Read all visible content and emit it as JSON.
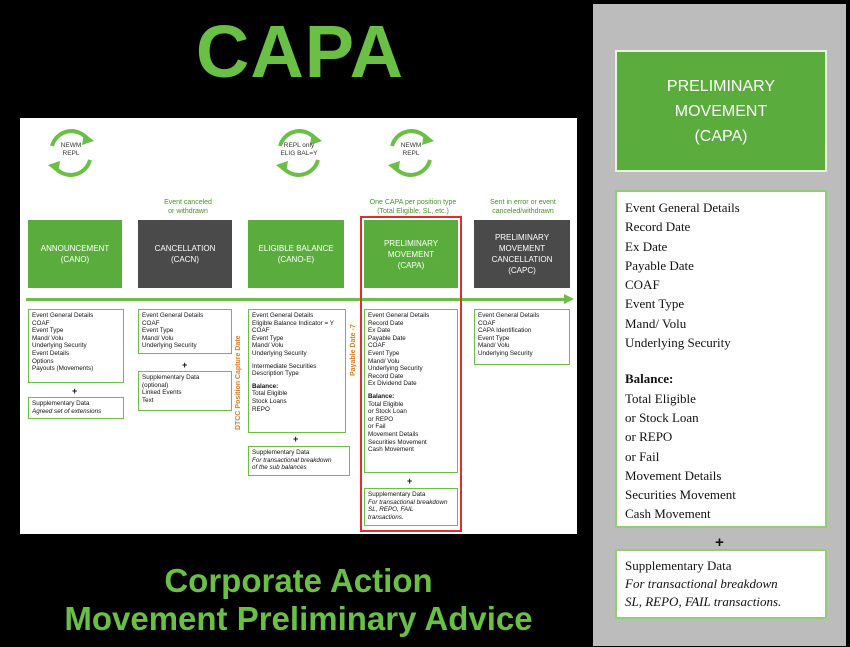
{
  "title": "CAPA",
  "footer": {
    "line1": "Corporate Action",
    "line2": "Movement Preliminary Advice"
  },
  "colors": {
    "accent_green": "#6abf45",
    "stage_green": "#5aad3c",
    "stage_dark": "#4a4a4a",
    "highlight_red": "#e22d2d",
    "label_orange": "#e07a1e"
  },
  "diagram": {
    "cycles": [
      {
        "label": "NEWM\nREPL"
      },
      {
        "label": "REPL only\nELIG BAL=Y"
      },
      {
        "label": "NEWM\nREPL"
      }
    ],
    "notes": [
      "Event canceled\nor withdrawn",
      "One CAPA per position type\n(Total Eligible, SL, etc.)",
      "Sent in error or event\ncanceled/withdrawn"
    ],
    "stages": [
      {
        "label": "ANNOUNCEMENT\n(CANO)"
      },
      {
        "label": "CANCELLATION\n(CACN)"
      },
      {
        "label": "ELIGIBLE BALANCE\n(CANO-E)"
      },
      {
        "label": "PRELIMINARY\nMOVEMENT\n(CAPA)"
      },
      {
        "label": "PRELIMINARY\nMOVEMENT\nCANCELLATION\n(CAPC)"
      }
    ],
    "vertical_labels": {
      "dtcc": "DTCC Position Capture Date",
      "payable": "Payable Date -7"
    },
    "plus": "+",
    "announcement": {
      "details": [
        "Event General Details",
        "COAF",
        "Event Type",
        "Mand/ Volu",
        "Underlying Security",
        "Event Details",
        "Options",
        "Payouts (Movements)"
      ],
      "supp": [
        "Supplementary Data",
        "Agreed set of extensions"
      ]
    },
    "cancellation": {
      "details": [
        "Event General Details",
        "COAF",
        "Event Type",
        "Mand/ Volu",
        "Underlying Security"
      ],
      "supp": [
        "Supplementary Data",
        "(optional)",
        "Linked Events",
        "Text"
      ]
    },
    "eligible": {
      "details": [
        "Event General Details",
        "Eligible Balance Indicator  = Y",
        "COAF",
        "Event Type",
        "Mand/ Volu",
        "Underlying Security",
        "",
        "Intermediate Securities",
        "Description Type",
        "",
        "Balance:",
        "Total Eligible",
        "Stock Loans",
        "REPO"
      ],
      "supp": [
        "Supplementary Data",
        "For transactional breakdown",
        "of the sub balances"
      ]
    },
    "capa": {
      "details": [
        "Event General Details",
        "Record Date",
        "Ex Date",
        "Payable Date",
        "COAF",
        "Event Type",
        "Mand/ Volu",
        "Underlying Security",
        "Record Date",
        "Ex Dividend Date",
        "",
        "Balance:",
        "Total Eligible",
        "or Stock Loan",
        "or REPO",
        "or Fail",
        "Movement Details",
        "Securities Movement",
        "Cash Movement"
      ],
      "supp": [
        "Supplementary Data",
        "For transactional breakdown",
        "SL, REPO, FAIL",
        "transactions."
      ]
    },
    "capc": {
      "details": [
        "Event General Details",
        "COAF",
        "CAPA Identification",
        "Event Type",
        "Mand/ Volu",
        "Underlying Security"
      ]
    }
  },
  "side_panel": {
    "title": "PRELIMINARY\nMOVEMENT\n(CAPA)",
    "details": [
      "Event General Details",
      "Record Date",
      "Ex Date",
      "Payable Date",
      "COAF",
      "Event Type",
      "Mand/ Volu",
      "Underlying Security"
    ],
    "balance_heading": "Balance:",
    "balance_items": [
      "Total Eligible",
      "or Stock Loan",
      "or REPO",
      "or Fail",
      "Movement Details",
      "Securities Movement",
      "Cash Movement"
    ],
    "plus": "+",
    "supp_title": "Supplementary Data",
    "supp_lines": [
      "For transactional breakdown",
      "SL, REPO, FAIL transactions."
    ]
  }
}
